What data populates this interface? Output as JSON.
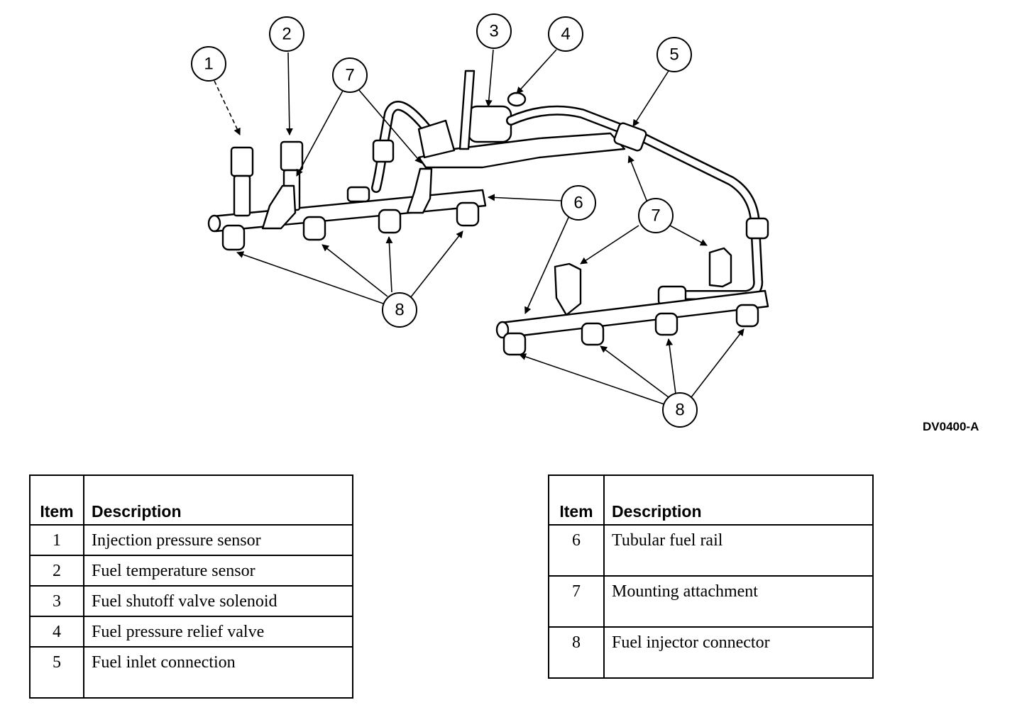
{
  "figure_code": "DV0400-A",
  "callouts": [
    "1",
    "2",
    "3",
    "4",
    "5",
    "6",
    "7",
    "8"
  ],
  "legend_left": {
    "headers": {
      "item": "Item",
      "description": "Description"
    },
    "rows": [
      {
        "item": "1",
        "description": "Injection pressure sensor"
      },
      {
        "item": "2",
        "description": "Fuel temperature sensor"
      },
      {
        "item": "3",
        "description": "Fuel shutoff valve solenoid"
      },
      {
        "item": "4",
        "description": "Fuel pressure relief valve"
      },
      {
        "item": "5",
        "description": "Fuel inlet connection"
      }
    ]
  },
  "legend_right": {
    "headers": {
      "item": "Item",
      "description": "Description"
    },
    "rows": [
      {
        "item": "6",
        "description": "Tubular fuel rail"
      },
      {
        "item": "7",
        "description": "Mounting attachment"
      },
      {
        "item": "8",
        "description": "Fuel injector connector"
      }
    ]
  }
}
